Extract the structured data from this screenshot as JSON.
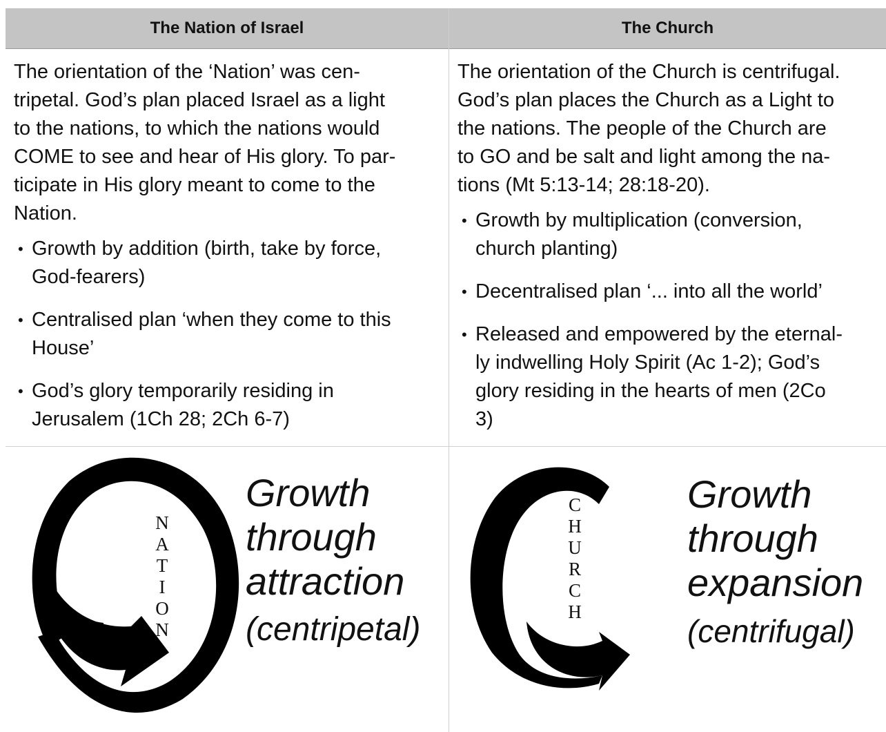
{
  "table": {
    "headers": [
      "The Nation of Israel",
      "The Church"
    ],
    "israel": {
      "lines": [
        "The orientation of the ‘Nation’ was cen-",
        "tripetal. God’s plan placed Israel as a light",
        "to the nations, to which the nations would",
        "COME to see and hear of His glory. To par-",
        "ticipate in His glory meant to come to the",
        "Nation."
      ],
      "bullets": [
        [
          "Growth by addition (birth, take by force,",
          "God-fearers)"
        ],
        [
          "Centralised plan ‘when they come to this",
          "House’"
        ],
        [
          "God’s glory temporarily residing in",
          "Jerusalem (1Ch 28; 2Ch 6-7)"
        ]
      ]
    },
    "church": {
      "lines": [
        "The orientation of the Church is centrifugal.",
        "God’s plan places the Church as a Light to",
        "the nations. The people of the Church are",
        "to GO and be salt and light among the na-",
        "tions (Mt 5:13-14; 28:18-20)."
      ],
      "bullets": [
        [
          "Growth by multiplication (conversion,",
          "church planting)"
        ],
        [
          "Decentralised plan ‘... into all the world’"
        ],
        [
          "Released and empowered by the eternal-",
          "ly indwelling Holy Spirit (Ac 1-2); God’s",
          "glory residing in the hearts of men (2Co",
          "3)"
        ]
      ]
    }
  },
  "diagrams": {
    "nation": {
      "word_letters": [
        "N",
        "A",
        "T",
        "I",
        "O",
        "N"
      ],
      "caption": [
        "Growth",
        "through",
        "attraction",
        "(centripetal)"
      ]
    },
    "church": {
      "word_letters": [
        "C",
        "H",
        "U",
        "R",
        "C",
        "H"
      ],
      "caption": [
        "Growth",
        "through",
        "expansion",
        "(centrifugal)"
      ]
    }
  },
  "colors": {
    "header_bg": "#c4c4c4",
    "grid_line": "#cfcfcf",
    "ink": "#111111"
  }
}
